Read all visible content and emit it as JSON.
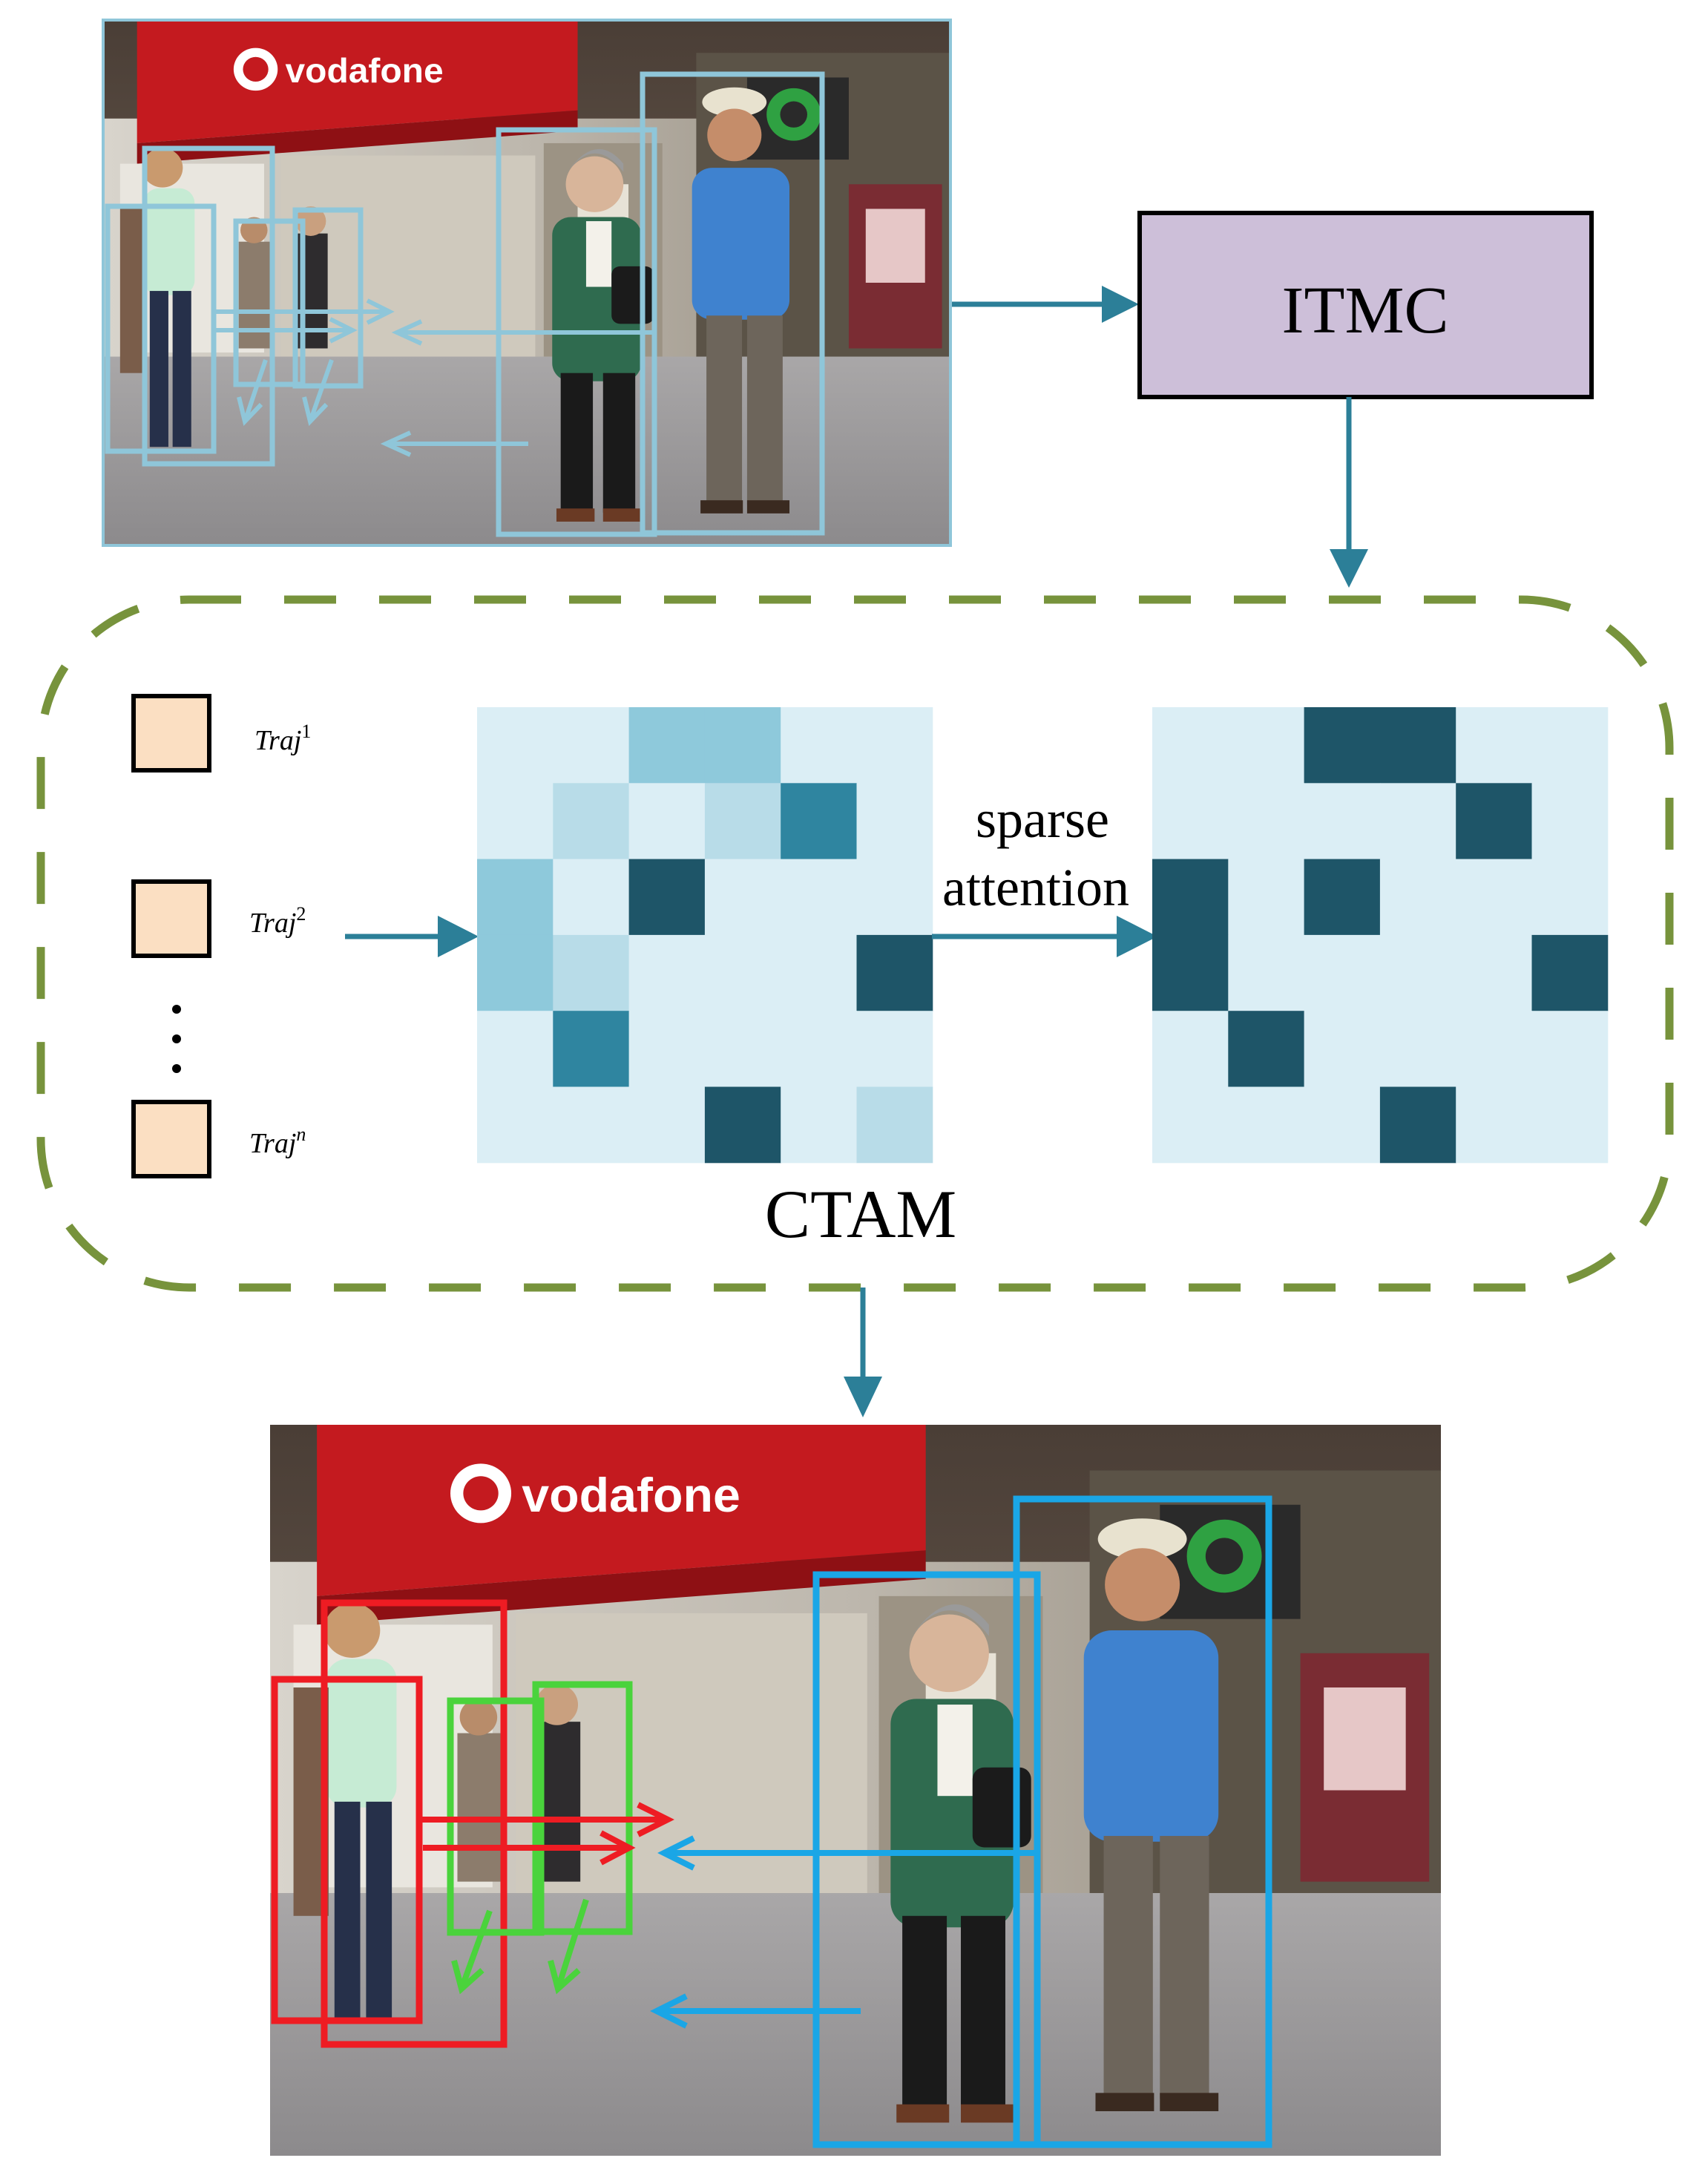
{
  "itmc": {
    "label": "ITMC"
  },
  "ctam": {
    "label": "CTAM",
    "traj_labels": [
      {
        "base": "Traj",
        "sup": "1"
      },
      {
        "base": "Traj",
        "sup": "2"
      },
      {
        "base": "Traj",
        "sup": "n"
      }
    ],
    "ellipsis": "⋮",
    "arrow_label_line1": "sparse",
    "arrow_label_line2": "attention",
    "grid_levels": [
      "#dbeef5",
      "#b8dce8",
      "#8ec9db",
      "#2f85a0",
      "#1e5568"
    ],
    "input_matrix": [
      [
        0,
        0,
        2,
        2,
        0,
        0
      ],
      [
        0,
        1,
        0,
        1,
        3,
        0
      ],
      [
        2,
        0,
        4,
        0,
        0,
        0
      ],
      [
        2,
        1,
        0,
        0,
        0,
        4
      ],
      [
        0,
        3,
        0,
        0,
        0,
        0
      ],
      [
        0,
        0,
        0,
        4,
        0,
        1
      ]
    ],
    "sparse_matrix": [
      [
        0,
        0,
        4,
        4,
        0,
        0
      ],
      [
        0,
        0,
        0,
        0,
        4,
        0
      ],
      [
        4,
        0,
        4,
        0,
        0,
        0
      ],
      [
        4,
        0,
        0,
        0,
        0,
        4
      ],
      [
        0,
        4,
        0,
        0,
        0,
        0
      ],
      [
        0,
        0,
        0,
        4,
        0,
        0
      ]
    ]
  },
  "colors": {
    "flow_arrow": "#2c7f98",
    "itmc_fill": "#cdbfd9",
    "dashed_border": "#77933c",
    "traj_box_fill": "#fbdfc2",
    "input_track_box": "#8fc6d9",
    "output_red": "#ee1c23",
    "output_green": "#4ad33c",
    "output_blue": "#1aa6e6"
  }
}
